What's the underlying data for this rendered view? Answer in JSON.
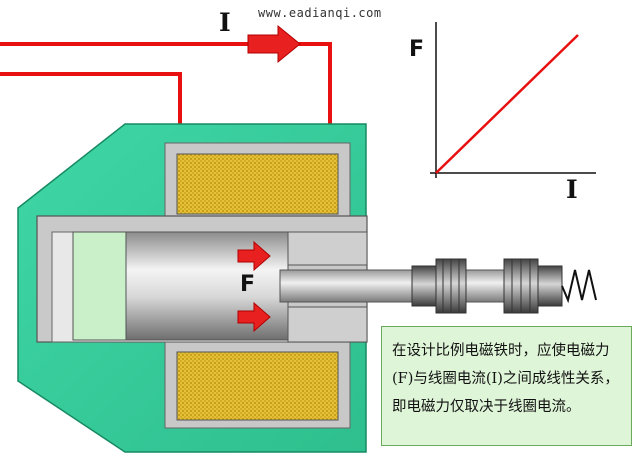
{
  "watermark": "www.eadianqi.com",
  "current_label": "I",
  "graph": {
    "y_label": "F",
    "x_label": "I"
  },
  "force_label": "F",
  "note": "在设计比例电磁铁时，应使电磁力(F)与线圈电流(I)之间成线性关系，即电磁力仅取决于线圈电流。",
  "colors": {
    "wire": "#e81010",
    "housing": "#3ecf9f",
    "coil": "#e5c43a",
    "armature_face": "#c9f0c8",
    "note_bg": "#dff5d8"
  }
}
